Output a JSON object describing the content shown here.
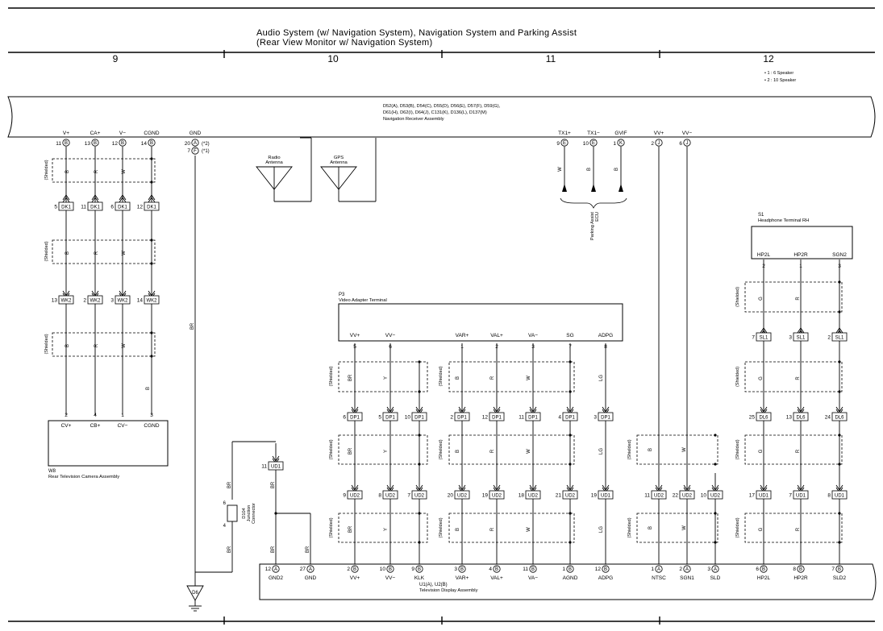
{
  "title_lines": [
    "Audio System (w/ Navigation System), Navigation System and Parking Assist",
    "(Rear View Monitor w/ Navigation System)"
  ],
  "columns": [
    "9",
    "10",
    "11",
    "12"
  ],
  "legend": [
    "• 1 : 6 Speaker",
    "• 2 : 10 Speaker"
  ],
  "receiver": {
    "codes": [
      "D52(A), D53(B), D54(C), D55(D), D56(E), D57(F), D59(G),",
      "D61(H), D62(I), D64(J), C131(K), D136(L), D137(M)"
    ],
    "name": "Navigation Receiver Assembly"
  },
  "receiver_pins": [
    {
      "label": "V+",
      "num": "11",
      "conn": "B"
    },
    {
      "label": "CA+",
      "num": "13",
      "conn": "B"
    },
    {
      "label": "V−",
      "num": "12",
      "conn": "B"
    },
    {
      "label": "CGND",
      "num": "14",
      "conn": "B"
    },
    {
      "label": "GND",
      "num": "20",
      "conn": "A"
    },
    {
      "label": "TX1+",
      "num": "9",
      "conn": "E"
    },
    {
      "label": "TX1−",
      "num": "10",
      "conn": "E"
    },
    {
      "label": "GVIF",
      "num": "1",
      "conn": "K"
    },
    {
      "label": "VV+",
      "num": "2",
      "conn": "J"
    },
    {
      "label": "VV−",
      "num": "6",
      "conn": "J"
    }
  ],
  "gnd_note1": "(*2)",
  "gnd_pin2": {
    "num": "7",
    "conn": "F",
    "note": "(*1)"
  },
  "radio_antenna": [
    "Radio",
    "Antenna"
  ],
  "gps_antenna": [
    "GPS",
    "Antenna"
  ],
  "parking_assist": [
    "Parking Assist",
    "ECU"
  ],
  "shielded": "(Shielded)",
  "colors": {
    "B": "B",
    "R": "R",
    "W": "W",
    "BR": "BR",
    "Y": "Y",
    "LG": "LG",
    "G": "G"
  },
  "dk1": {
    "nums": [
      "5",
      "11",
      "6",
      "12"
    ],
    "code": "DK1"
  },
  "wk2": {
    "nums": [
      "13",
      "2",
      "3",
      "14"
    ],
    "code": "WK2"
  },
  "camera": {
    "code": "W8",
    "name": "Rear Television Camera Assembly",
    "pins": [
      {
        "num": "2",
        "label": "CV+"
      },
      {
        "num": "4",
        "label": "CB+"
      },
      {
        "num": "1",
        "label": "CV−"
      },
      {
        "num": "3",
        "label": "CGND"
      }
    ]
  },
  "video_adapter": {
    "code": "P3",
    "name": "Video Adapter Terminal",
    "pins": [
      {
        "num": "5",
        "label": "VV+"
      },
      {
        "num": "6",
        "label": "VV−"
      },
      {
        "num": "1",
        "label": "VAR+"
      },
      {
        "num": "2",
        "label": "VAL+"
      },
      {
        "num": "3",
        "label": "VA−"
      },
      {
        "num": "7",
        "label": "SG"
      },
      {
        "num": "8",
        "label": "ADPG"
      }
    ]
  },
  "dp1_nums": [
    "6",
    "5",
    "10",
    "2",
    "12",
    "11",
    "4",
    "3"
  ],
  "dp1_code": "DP1",
  "ud1_top": {
    "num": "11",
    "code": "UD1"
  },
  "ud2_nums": [
    "9",
    "8",
    "7",
    "20",
    "19",
    "18",
    "21"
  ],
  "ud2_code": "UD2",
  "ud1_adpg": {
    "num": "19",
    "code": "UD1"
  },
  "col11_ud2": [
    "11",
    "22",
    "10"
  ],
  "col12_ud1": [
    "17",
    "7",
    "8"
  ],
  "ud1_code": "UD1",
  "junction": {
    "code": "D104",
    "lines": [
      "Junction",
      "Connector"
    ],
    "pin_top": "6",
    "pin_bottom": "4"
  },
  "ground_code": "D6",
  "headphone": {
    "code": "S1",
    "name": "Headphone Terminal RH",
    "pins": [
      {
        "num": "2",
        "label": "HP2L"
      },
      {
        "num": "1",
        "label": "HP2R"
      },
      {
        "num": "3",
        "label": "SGN2"
      }
    ]
  },
  "sl1": {
    "nums": [
      "7",
      "3",
      "2"
    ],
    "code": "SL1"
  },
  "dl6": {
    "nums": [
      "25",
      "13",
      "24"
    ],
    "code": "DL6"
  },
  "tv": {
    "codes": "U1(A), U2(B)",
    "name": "Television Display Assembly",
    "pins": [
      {
        "num": "12",
        "conn": "A",
        "label": "GND2"
      },
      {
        "num": "27",
        "conn": "A",
        "label": "GND"
      },
      {
        "num": "2",
        "conn": "B",
        "label": "VV+"
      },
      {
        "num": "10",
        "conn": "B",
        "label": "VV−"
      },
      {
        "num": "9",
        "conn": "B",
        "label": "KLK"
      },
      {
        "num": "3",
        "conn": "B",
        "label": "VAR+"
      },
      {
        "num": "4",
        "conn": "B",
        "label": "VAL+"
      },
      {
        "num": "11",
        "conn": "B",
        "label": "VA−"
      },
      {
        "num": "1",
        "conn": "B",
        "label": "AGND"
      },
      {
        "num": "12",
        "conn": "B",
        "label": "ADPG"
      },
      {
        "num": "1",
        "conn": "A",
        "label": "NTSC"
      },
      {
        "num": "2",
        "conn": "A",
        "label": "SGN1"
      },
      {
        "num": "3",
        "conn": "A",
        "label": "SLD"
      },
      {
        "num": "6",
        "conn": "B",
        "label": "HP2L"
      },
      {
        "num": "8",
        "conn": "B",
        "label": "HP2R"
      },
      {
        "num": "7",
        "conn": "B",
        "label": "SLD2"
      }
    ]
  }
}
